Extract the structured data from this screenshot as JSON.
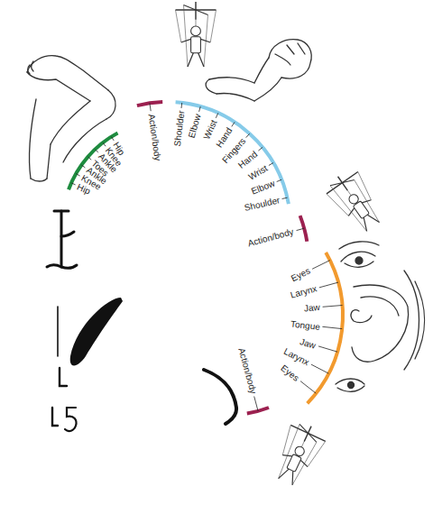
{
  "diagram": {
    "labels": [
      "Hip",
      "Knee",
      "Ankle",
      "Toes",
      "Ankle",
      "Knee",
      "Hip",
      "Action/body",
      "Shoulder",
      "Elbow",
      "Wrist",
      "Hand",
      "Fingers",
      "Hand",
      "Wrist",
      "Elbow",
      "Shoulder",
      "Action/body",
      "Eyes",
      "Larynx",
      "Jaw",
      "Tongue",
      "Jaw",
      "Larynx",
      "Eyes",
      "Action/body"
    ]
  }
}
